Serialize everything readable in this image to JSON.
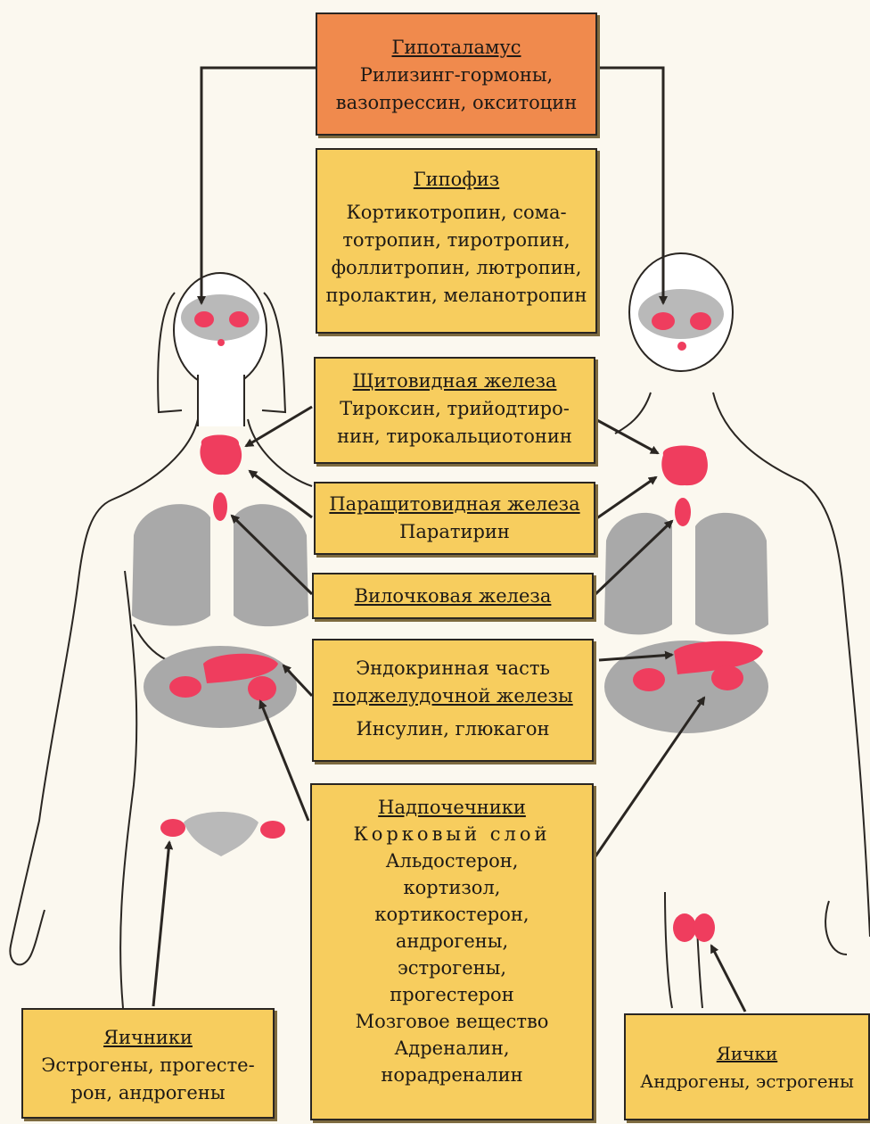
{
  "colors": {
    "box_fill": "#f7cd5e",
    "hypothalamus_fill": "#f08a4d",
    "gland": "#ef3d5e",
    "organ_gray": "#a9a9a9",
    "outline": "#2a2622"
  },
  "boxes": {
    "hypothalamus": {
      "title": "Гипоталамус",
      "lines": [
        "Рилизинг-гормоны,",
        "вазопрессин, окситоцин"
      ]
    },
    "pituitary": {
      "title": "Гипофиз",
      "lines": [
        "Кортикотропин, сома-",
        "тотропин, тиротропин,",
        "фоллитропин, лютропин,",
        "пролактин, меланотропин"
      ]
    },
    "thyroid": {
      "title": "Щитовидная железа",
      "lines": [
        "Тироксин, трийодтиро-",
        "нин, тирокальциотонин"
      ]
    },
    "parathyroid": {
      "title": "Паращитовидная железа",
      "lines": [
        "Паратирин"
      ]
    },
    "thymus": {
      "title": "Вилочковая железа"
    },
    "pancreas": {
      "lines": [
        "Эндокринная часть"
      ],
      "title": "поджелудочной железы",
      "lines2": [
        "Инсулин, глюкагон"
      ]
    },
    "adrenal": {
      "title": "Надпочечники",
      "cortex": "Корковый слой",
      "cortex_lines": [
        "Альдостерон,",
        "кортизол,",
        "кортикостерон,",
        "андрогены,",
        "эстрогены,",
        "прогестерон"
      ],
      "medulla": "Мозговое вещество",
      "medulla_lines": [
        "Адреналин,",
        "норадреналин"
      ]
    },
    "ovaries": {
      "title": "Яичники",
      "lines": [
        "Эстрогены, прогесте-",
        "рон, андрогены"
      ]
    },
    "testes": {
      "title": "Яички",
      "lines": [
        "Андрогены, эстрогены"
      ]
    }
  }
}
